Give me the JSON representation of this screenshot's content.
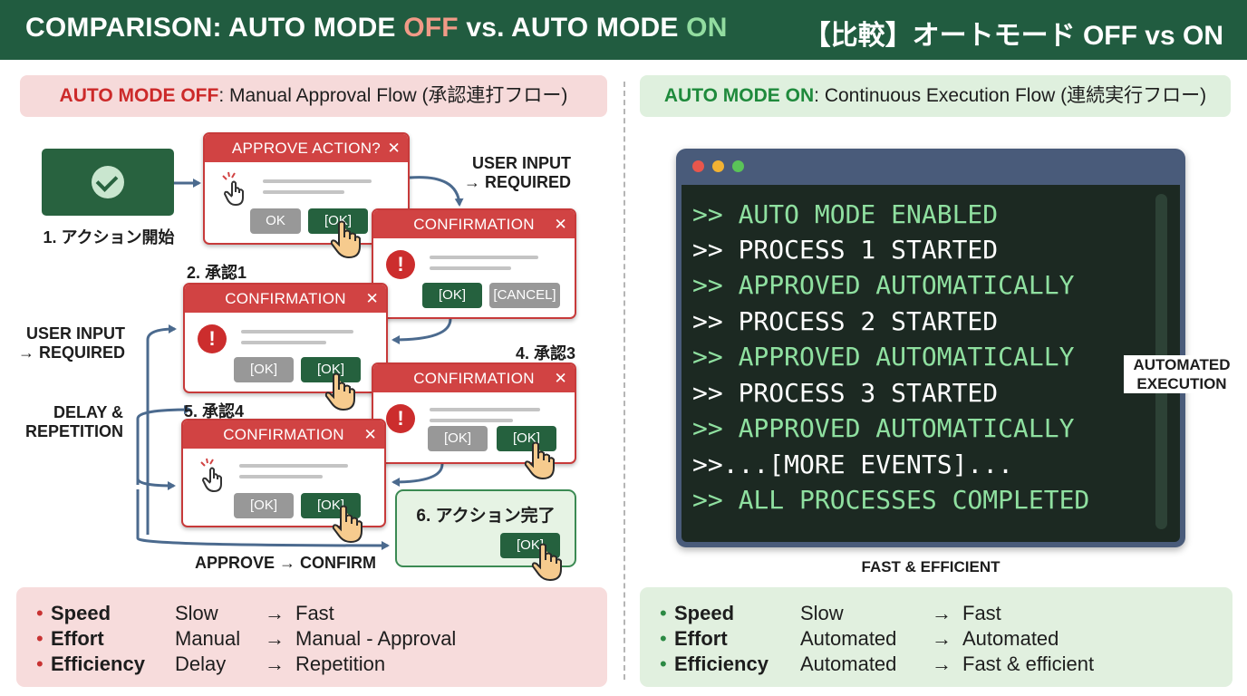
{
  "header": {
    "title_prefix": "COMPARISON: AUTO MODE ",
    "title_off": "OFF",
    "title_mid": " vs. AUTO MODE ",
    "title_on": "ON",
    "title_jp": "【比較】オートモード OFF vs ON"
  },
  "left": {
    "banner_keyword": "AUTO MODE OFF",
    "banner_text": ": Manual Approval Flow (承認連打フロー)",
    "step1": "1. アクション開始",
    "step2": "2. 承認1",
    "step4": "4. 承認3",
    "step5": "5. 承認4",
    "step6": "6. アクション完了",
    "user_input_top": "USER INPUT\n→ REQUIRED",
    "user_input_left": "USER INPUT\n→ REQUIRED",
    "delay": "DELAY &\nREPETITION",
    "approve_confirm": "APPROVE → CONFIRM",
    "dialog_approve": {
      "title": "APPROVE ACTION?",
      "close": "✕",
      "btn1": "OK",
      "btn2": "[OK]"
    },
    "dialog_confirm_a": {
      "title": "CONFIRMATION",
      "close": "✕",
      "btn1": "[OK]",
      "btn2": "[CANCEL]"
    },
    "dialog_confirm_b": {
      "title": "CONFIRMATION",
      "close": "✕",
      "btn1": "[OK]",
      "btn2": "[OK]"
    },
    "dialog_confirm_c": {
      "title": "CONFIRMATION",
      "close": "✕",
      "btn1": "[OK]",
      "btn2": "[OK]"
    },
    "dialog_confirm_d": {
      "title": "CONFIRMATION",
      "close": "✕",
      "btn1": "[OK]",
      "btn2": "[OK]"
    },
    "done_button": "[OK]",
    "alert_symbol": "!"
  },
  "right": {
    "banner_keyword": "AUTO MODE ON",
    "banner_text": ": Continuous Execution Flow (連続実行フロー)",
    "terminal_lines": [
      ">> AUTO MODE ENABLED",
      ">> PROCESS 1 STARTED",
      ">> APPROVED AUTOMATICALLY",
      ">> PROCESS 2 STARTED",
      ">> APPROVED AUTOMATICALLY",
      ">> PROCESS 3 STARTED",
      ">> APPROVED AUTOMATICALLY",
      ">>...[MORE EVENTS]...",
      ">> ALL PROCESSES COMPLETED"
    ],
    "automated_label": "AUTOMATED\nEXECUTION",
    "fast_label": "FAST & EFFICIENT"
  },
  "summary_off": [
    {
      "name": "Speed",
      "from": "Slow",
      "arrow": "→",
      "to": "Fast"
    },
    {
      "name": "Effort",
      "from": "Manual",
      "arrow": "→",
      "to": "Manual - Approval"
    },
    {
      "name": "Efficiency",
      "from": "Delay",
      "arrow": "→",
      "to": "Repetition"
    }
  ],
  "summary_on": [
    {
      "name": "Speed",
      "from": "Slow",
      "arrow": "→",
      "to": "Fast"
    },
    {
      "name": "Effort",
      "from": "Automated",
      "arrow": "→",
      "to": "Automated"
    },
    {
      "name": "Efficiency",
      "from": "Automated",
      "arrow": "→",
      "to": "Fast & efficient"
    }
  ],
  "bullet": "•",
  "colors": {
    "header_bg": "#215c40",
    "off_accent": "#d14343",
    "on_accent": "#1f8a3c",
    "button_dark": "#25613e",
    "terminal_frame": "#495b7a",
    "terminal_screen": "#1c2922",
    "terminal_green": "#8fe0a0",
    "flow_arrow": "#4b6a8e"
  },
  "icons": [
    "check-icon",
    "click-hand-icon",
    "alert-icon",
    "close-icon",
    "pointer-hand-icon"
  ]
}
